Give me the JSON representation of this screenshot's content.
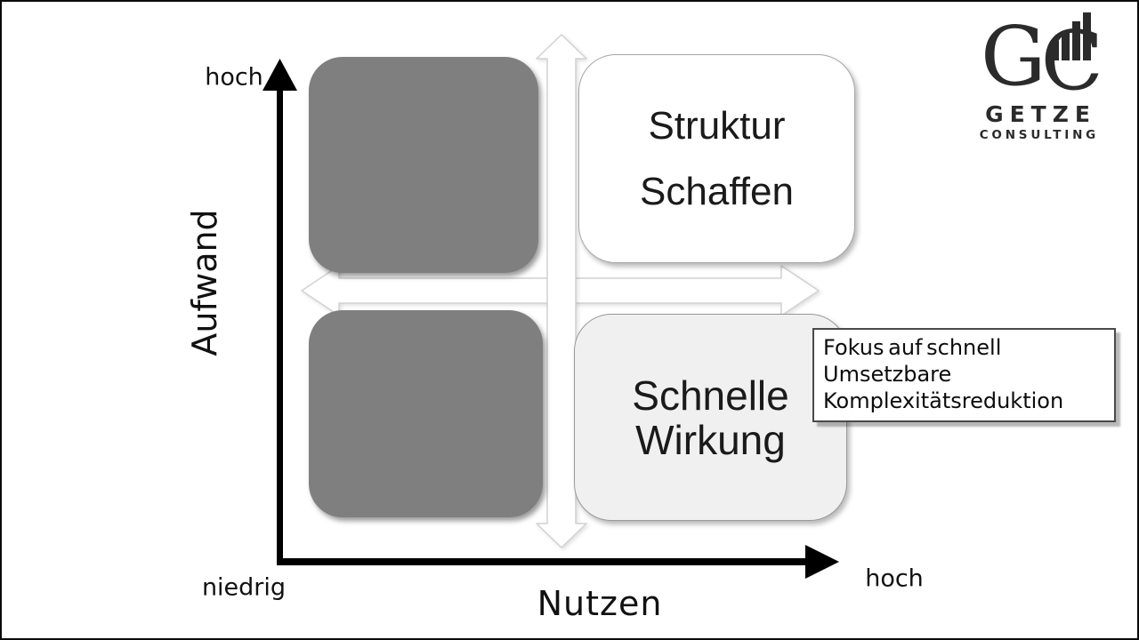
{
  "axes": {
    "y_label": "Aufwand",
    "y_high_label": "hoch",
    "origin_label": "niedrig",
    "x_label": "Nutzen",
    "x_high_label": "hoch",
    "axis_color": "#000000"
  },
  "matrix": {
    "quadrants": {
      "top_left": {
        "text": "",
        "fill": "#7f7f7f"
      },
      "top_right": {
        "line1": "Struktur",
        "line2": "Schaffen",
        "fill": "#ffffff"
      },
      "bottom_left": {
        "text": "",
        "fill": "#7f7f7f"
      },
      "bottom_right": {
        "line1": "Schnelle",
        "line2": "Wirkung",
        "fill": "#f0f0f0"
      }
    }
  },
  "callout": {
    "lines": [
      "Fokus auf schnell",
      "Umsetzbare",
      "Komplexitätsreduktion"
    ],
    "border_color": "#4a4a4a"
  },
  "logo": {
    "monogram": {
      "g": "G",
      "c": "C"
    },
    "company": "GETZE",
    "tagline": "CONSULTING",
    "ink_color": "#2b2b2b"
  }
}
